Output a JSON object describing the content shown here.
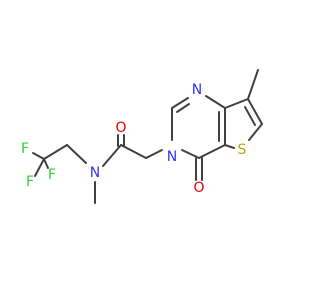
{
  "colors": {
    "bond": "#404040",
    "carbon": "#404040",
    "nitrogen": "#3333ff",
    "oxygen": "#e00000",
    "sulfur": "#b8a800",
    "fluorine": "#33cc33"
  },
  "atoms": [
    {
      "id": "F1",
      "label": "F",
      "element": "fluorine"
    },
    {
      "id": "F2",
      "label": "F",
      "element": "fluorine"
    },
    {
      "id": "F3",
      "label": "F",
      "element": "fluorine"
    },
    {
      "id": "N_amide",
      "label": "N",
      "element": "nitrogen"
    },
    {
      "id": "O_amide",
      "label": "O",
      "element": "oxygen"
    },
    {
      "id": "N_ring3",
      "label": "N",
      "element": "nitrogen"
    },
    {
      "id": "N_ring1",
      "label": "N",
      "element": "nitrogen"
    },
    {
      "id": "S_ring",
      "label": "S",
      "element": "sulfur"
    },
    {
      "id": "O_ring",
      "label": "O",
      "element": "oxygen"
    }
  ]
}
